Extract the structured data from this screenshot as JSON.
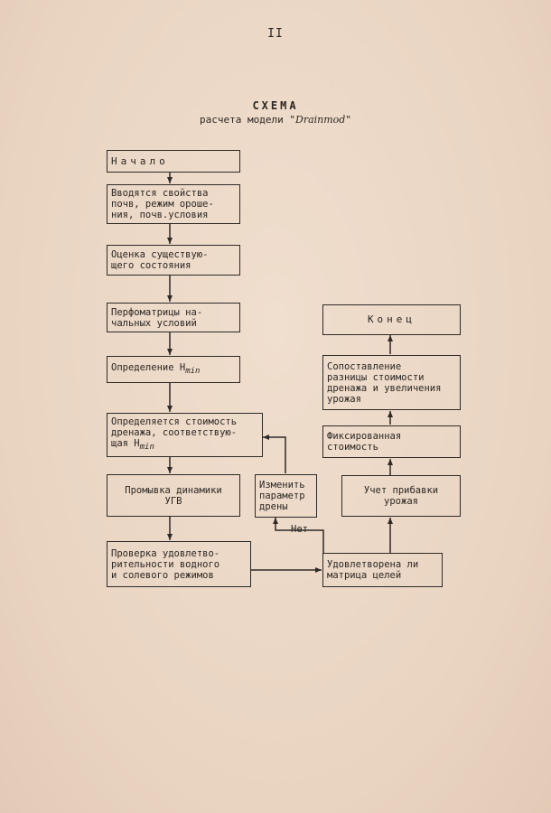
{
  "page": {
    "number": "II"
  },
  "header": {
    "title": "СХЕМА",
    "subtitle_prefix": "расчета модели \"",
    "subtitle_model": "Drainmod",
    "subtitle_suffix": "\""
  },
  "flowchart": {
    "start": {
      "label": "Начало"
    },
    "input_data": {
      "lines": [
        "Вводятся свойства",
        "почв, режим ороше-",
        "ния, почв.условия"
      ]
    },
    "assess_state": {
      "lines": [
        "Оценка существую-",
        "щего состояния"
      ]
    },
    "perf_matrices": {
      "lines": [
        "Перфоматрицы на-",
        "чальных условий"
      ]
    },
    "define_hmin": {
      "text": "Определение H",
      "sub": "min"
    },
    "drain_cost": {
      "lines": [
        "Определяется стоимость",
        "дренажа, соответствую-"
      ],
      "line3": "щая H",
      "line3_sub": "min"
    },
    "leaching": {
      "lines": [
        "Промывка динамики",
        "УГВ"
      ]
    },
    "change_param": {
      "lines": [
        "Изменить",
        "параметр",
        "дрены"
      ]
    },
    "check_regimes": {
      "lines": [
        "Проверка удовлетво-",
        "рительности водного",
        "и солевого режимов"
      ]
    },
    "matrix_check": {
      "lines": [
        "Удовлетворена ли",
        "матрица целей"
      ]
    },
    "no_label": "Нет",
    "yield_increase": {
      "lines": [
        "Учет прибавки",
        "урожая"
      ]
    },
    "fixed_cost": {
      "lines": [
        "Фиксированная",
        "стоимость"
      ]
    },
    "compare": {
      "lines": [
        "Сопоставление",
        "разницы стоимости",
        "дренажа и увеличения",
        "урожая"
      ]
    },
    "end": {
      "label": "Конец"
    }
  }
}
